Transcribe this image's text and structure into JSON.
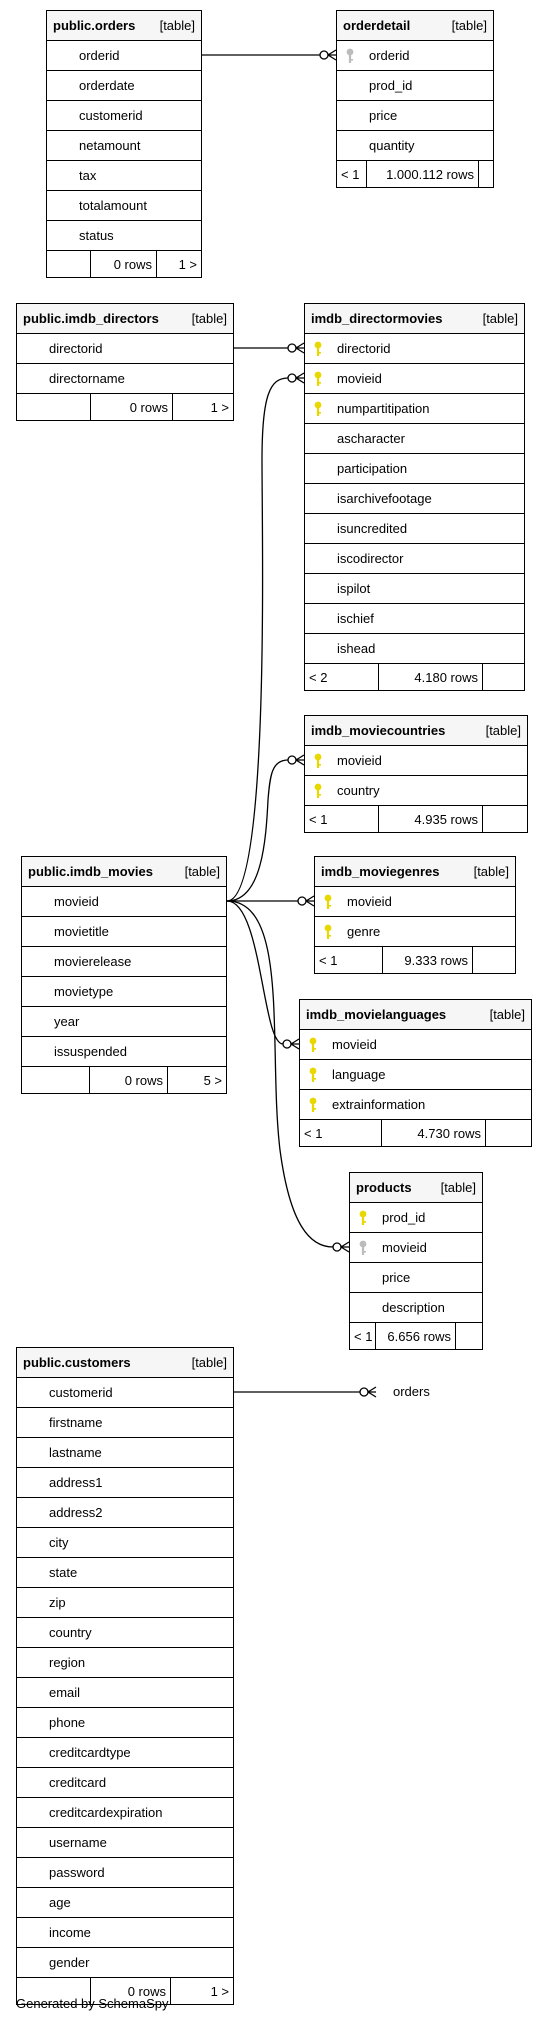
{
  "tables": [
    {
      "id": "orders",
      "name": "public.orders",
      "kind": "[table]",
      "columns": [
        {
          "name": "orderid",
          "key": ""
        },
        {
          "name": "orderdate",
          "key": ""
        },
        {
          "name": "customerid",
          "key": ""
        },
        {
          "name": "netamount",
          "key": ""
        },
        {
          "name": "tax",
          "key": ""
        },
        {
          "name": "totalamount",
          "key": ""
        },
        {
          "name": "status",
          "key": ""
        }
      ],
      "footer": [
        "",
        "0 rows",
        "1 >"
      ]
    },
    {
      "id": "orderdetail",
      "name": "orderdetail",
      "kind": "[table]",
      "columns": [
        {
          "name": "orderid",
          "key": "fk"
        },
        {
          "name": "prod_id",
          "key": ""
        },
        {
          "name": "price",
          "key": ""
        },
        {
          "name": "quantity",
          "key": ""
        }
      ],
      "footer": [
        "< 1",
        "1.000.112 rows",
        ""
      ]
    },
    {
      "id": "directors",
      "name": "public.imdb_directors",
      "kind": "[table]",
      "columns": [
        {
          "name": "directorid",
          "key": ""
        },
        {
          "name": "directorname",
          "key": ""
        }
      ],
      "footer": [
        "",
        "0 rows",
        "1 >"
      ]
    },
    {
      "id": "directormovies",
      "name": "imdb_directormovies",
      "kind": "[table]",
      "columns": [
        {
          "name": "directorid",
          "key": "pk"
        },
        {
          "name": "movieid",
          "key": "pk"
        },
        {
          "name": "numpartitipation",
          "key": "pk"
        },
        {
          "name": "ascharacter",
          "key": ""
        },
        {
          "name": "participation",
          "key": ""
        },
        {
          "name": "isarchivefootage",
          "key": ""
        },
        {
          "name": "isuncredited",
          "key": ""
        },
        {
          "name": "iscodirector",
          "key": ""
        },
        {
          "name": "ispilot",
          "key": ""
        },
        {
          "name": "ischief",
          "key": ""
        },
        {
          "name": "ishead",
          "key": ""
        }
      ],
      "footer": [
        "< 2",
        "4.180 rows",
        ""
      ]
    },
    {
      "id": "moviecountries",
      "name": "imdb_moviecountries",
      "kind": "[table]",
      "columns": [
        {
          "name": "movieid",
          "key": "pk"
        },
        {
          "name": "country",
          "key": "pk"
        }
      ],
      "footer": [
        "< 1",
        "4.935 rows",
        ""
      ]
    },
    {
      "id": "movies",
      "name": "public.imdb_movies",
      "kind": "[table]",
      "columns": [
        {
          "name": "movieid",
          "key": ""
        },
        {
          "name": "movietitle",
          "key": ""
        },
        {
          "name": "movierelease",
          "key": ""
        },
        {
          "name": "movietype",
          "key": ""
        },
        {
          "name": "year",
          "key": ""
        },
        {
          "name": "issuspended",
          "key": ""
        }
      ],
      "footer": [
        "",
        "0 rows",
        "5 >"
      ]
    },
    {
      "id": "moviegenres",
      "name": "imdb_moviegenres",
      "kind": "[table]",
      "columns": [
        {
          "name": "movieid",
          "key": "pk"
        },
        {
          "name": "genre",
          "key": "pk"
        }
      ],
      "footer": [
        "< 1",
        "9.333 rows",
        ""
      ]
    },
    {
      "id": "movielanguages",
      "name": "imdb_movielanguages",
      "kind": "[table]",
      "columns": [
        {
          "name": "movieid",
          "key": "pk"
        },
        {
          "name": "language",
          "key": "pk"
        },
        {
          "name": "extrainformation",
          "key": "pk"
        }
      ],
      "footer": [
        "< 1",
        "4.730 rows",
        ""
      ]
    },
    {
      "id": "products",
      "name": "products",
      "kind": "[table]",
      "columns": [
        {
          "name": "prod_id",
          "key": "pk"
        },
        {
          "name": "movieid",
          "key": "fk"
        },
        {
          "name": "price",
          "key": ""
        },
        {
          "name": "description",
          "key": ""
        }
      ],
      "footer": [
        "< 1",
        "6.656 rows",
        ""
      ]
    },
    {
      "id": "customers",
      "name": "public.customers",
      "kind": "[table]",
      "columns": [
        {
          "name": "customerid",
          "key": ""
        },
        {
          "name": "firstname",
          "key": ""
        },
        {
          "name": "lastname",
          "key": ""
        },
        {
          "name": "address1",
          "key": ""
        },
        {
          "name": "address2",
          "key": ""
        },
        {
          "name": "city",
          "key": ""
        },
        {
          "name": "state",
          "key": ""
        },
        {
          "name": "zip",
          "key": ""
        },
        {
          "name": "country",
          "key": ""
        },
        {
          "name": "region",
          "key": ""
        },
        {
          "name": "email",
          "key": ""
        },
        {
          "name": "phone",
          "key": ""
        },
        {
          "name": "creditcardtype",
          "key": ""
        },
        {
          "name": "creditcard",
          "key": ""
        },
        {
          "name": "creditcardexpiration",
          "key": ""
        },
        {
          "name": "username",
          "key": ""
        },
        {
          "name": "password",
          "key": ""
        },
        {
          "name": "age",
          "key": ""
        },
        {
          "name": "income",
          "key": ""
        },
        {
          "name": "gender",
          "key": ""
        }
      ],
      "footer": [
        "",
        "0 rows",
        "1 >"
      ]
    }
  ],
  "relationships": [
    {
      "from": "orders.orderid",
      "to": "orderdetail.orderid"
    },
    {
      "from": "directors.directorid",
      "to": "directormovies.directorid"
    },
    {
      "from": "movies.movieid",
      "to": "directormovies.movieid"
    },
    {
      "from": "movies.movieid",
      "to": "moviecountries.movieid"
    },
    {
      "from": "movies.movieid",
      "to": "moviegenres.movieid"
    },
    {
      "from": "movies.movieid",
      "to": "movielanguages.movieid"
    },
    {
      "from": "movies.movieid",
      "to": "products.movieid"
    },
    {
      "from": "customers.customerid",
      "to": "orders (external)"
    }
  ],
  "external_label": "orders",
  "generator": "Generated by SchemaSpy",
  "colors": {
    "pk_key": "#e8d800",
    "fk_key": "#bcbcbc",
    "header_bg": "#f6f6f6",
    "line": "#000000"
  }
}
